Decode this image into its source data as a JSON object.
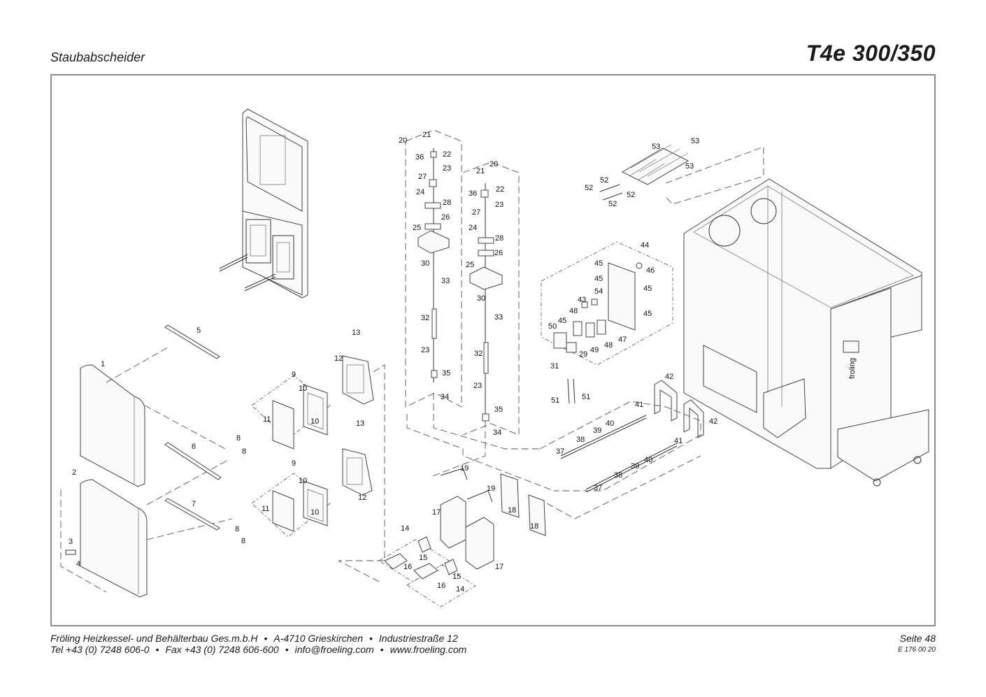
{
  "header": {
    "section_title": "Staubabscheider",
    "model": "T4e 300/350"
  },
  "footer": {
    "company": "Fröling Heizkessel- und Behälterbau Ges.m.b.H",
    "address": "A-4710 Grieskirchen",
    "street": "Industriestraße 12",
    "tel": "Tel +43 (0) 7248 606-0",
    "fax": "Fax +43 (0) 7248 606-600",
    "email": "info@froeling.com",
    "web": "www.froeling.com",
    "bullet": "•",
    "page": "Seite 48",
    "doc_number": "E 176 00 20"
  },
  "drawing": {
    "brand_label": "froling",
    "part_labels": [
      "1",
      "2",
      "3",
      "4",
      "5",
      "6",
      "7",
      "8",
      "8",
      "8",
      "8",
      "9",
      "9",
      "10",
      "10",
      "10",
      "10",
      "11",
      "11",
      "12",
      "12",
      "13",
      "13",
      "14",
      "14",
      "15",
      "15",
      "16",
      "16",
      "17",
      "17",
      "18",
      "18",
      "19",
      "19",
      "20",
      "20",
      "21",
      "21",
      "22",
      "22",
      "23",
      "23",
      "23",
      "23",
      "24",
      "24",
      "25",
      "25",
      "26",
      "26",
      "27",
      "27",
      "28",
      "28",
      "29",
      "30",
      "30",
      "31",
      "32",
      "32",
      "33",
      "33",
      "34",
      "34",
      "35",
      "35",
      "36",
      "36",
      "37",
      "37",
      "38",
      "38",
      "39",
      "39",
      "40",
      "40",
      "41",
      "41",
      "42",
      "42",
      "43",
      "44",
      "45",
      "45",
      "45",
      "45",
      "45",
      "46",
      "47",
      "48",
      "48",
      "49",
      "50",
      "51",
      "51",
      "52",
      "52",
      "52",
      "52",
      "53",
      "53",
      "53",
      "54"
    ]
  }
}
